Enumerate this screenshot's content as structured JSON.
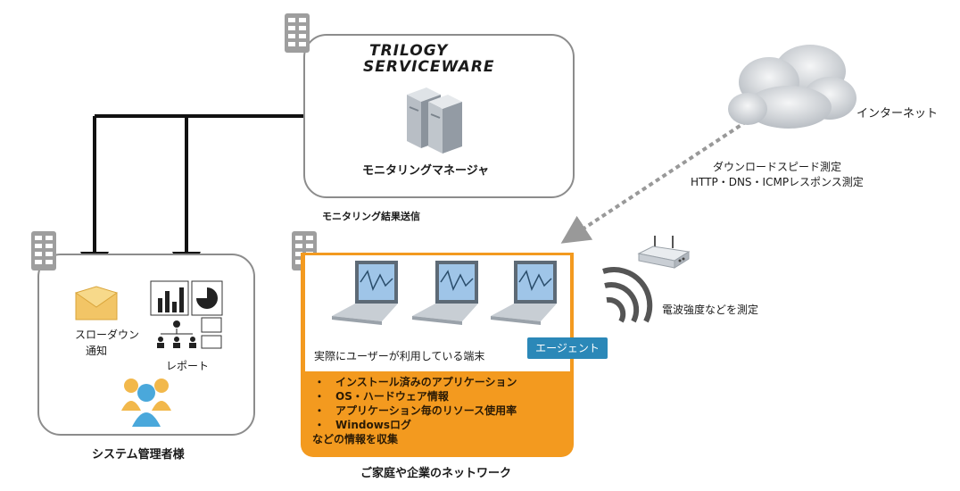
{
  "manager": {
    "logo_line1": "TRILOGY",
    "logo_line2": "SERVICEWARE",
    "label": "モニタリングマネージャ"
  },
  "admin": {
    "title": "システム管理者様",
    "slowdown": [
      "スローダウン",
      "通知"
    ],
    "report": "レポート"
  },
  "network": {
    "send_label": "モニタリング結果送信",
    "terminals": "実際にユーザーが利用している端末",
    "agent": "エージェント",
    "bullets": [
      "・　インストール済みのアプリケーション",
      "・　OS・ハードウェア情報",
      "・　アプリケーション毎のリソース使用率",
      "・　Windowsログ"
    ],
    "collect": "などの情報を収集",
    "caption": "ご家庭や企業のネットワーク"
  },
  "internet": {
    "label": "インターネット",
    "measure": [
      "ダウンロードスピード測定",
      "HTTP・DNS・ICMPレスポンス測定"
    ]
  },
  "wifi": {
    "label": "電波強度などを測定"
  },
  "colors": {
    "orange": "#f39a1f",
    "agent_blue": "#2b88b8",
    "box_border": "#8c8c8c"
  }
}
